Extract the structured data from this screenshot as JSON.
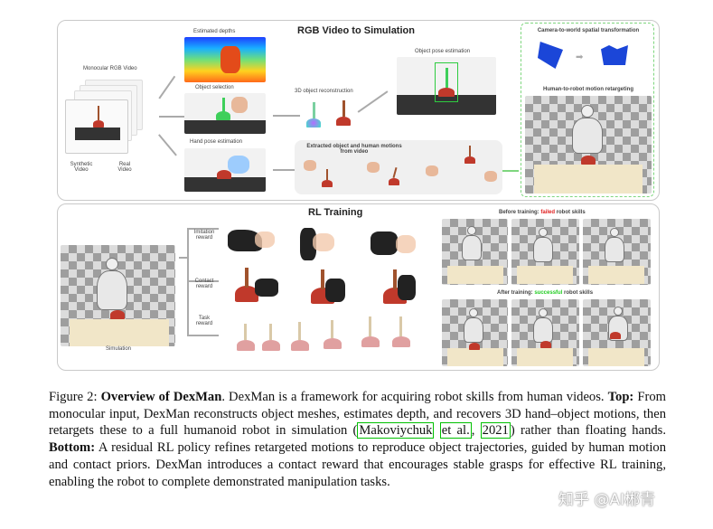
{
  "figure": {
    "top_title": "RGB Video to Simulation",
    "bottom_title": "RL Training",
    "top_labels": {
      "estimated_depths": "Estimated depths",
      "object_selection": "Object selection",
      "hand_pose_estimation": "Hand pose estimation",
      "monocular_rgb_video": "Monocular RGB Video",
      "synthetic_video": "Synthetic\nVideo",
      "real_video": "Real\nVideo",
      "object_reconstruction": "3D object reconstruction",
      "object_pose_estimation": "Object pose estimation",
      "extracted_motions": "Extracted object and human motions from video",
      "camera_to_world": "Camera-to-world spatial transformation",
      "retargeting": "Human-to-robot motion retargeting"
    },
    "bottom_labels": {
      "imitation_reward": "Imitation\nreward",
      "contact_reward": "Contact\nreward",
      "task_reward": "Task\nreward",
      "simulation": "Simulation",
      "before_training_prefix": "Before training: ",
      "before_training_highlight": "failed",
      "before_training_suffix": " robot skills",
      "after_training_prefix": "After training: ",
      "after_training_highlight": "successful",
      "after_training_suffix": " robot skills"
    },
    "colors": {
      "failed": "#e02020",
      "successful": "#22cc22",
      "retarget_border": "#7ed67e",
      "cite_border": "#00c000"
    }
  },
  "caption": {
    "fig_label": "Figure 2: ",
    "fig_title": "Overview of DexMan",
    "p1": ". DexMan is a framework for acquiring robot skills from human videos. ",
    "top_label": "Top:",
    "p2": " From monocular input, DexMan reconstructs object meshes, estimates depth, and recovers 3D hand–object motions, then retargets these to a full humanoid robot in simulation (",
    "cite1": "Makoviychuk",
    "cite2": "et al.",
    "p3": ", ",
    "cite3": "2021",
    "p4": ") rather than floating hands. ",
    "bottom_label": "Bottom:",
    "p5": " A residual RL policy refines retargeted motions to reproduce object trajectories, guided by human motion and contact priors. DexMan introduces a contact reward that encourages stable grasps for effective RL training, enabling the robot to complete demonstrated manipulation tasks."
  },
  "watermark": "知乎 @AI郴青"
}
